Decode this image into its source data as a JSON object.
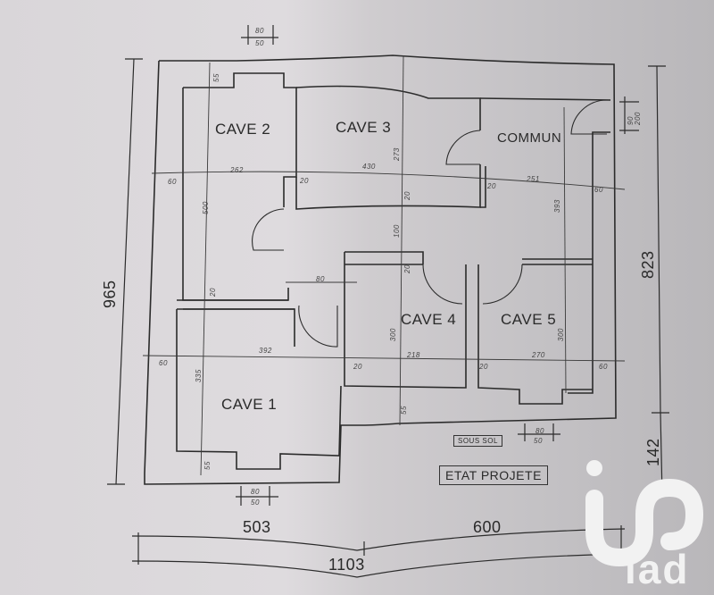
{
  "plan": {
    "title": "ETAT PROJETE",
    "level": "SOUS SOL",
    "rooms": [
      {
        "id": "cave1",
        "label": "CAVE 1"
      },
      {
        "id": "cave2",
        "label": "CAVE 2"
      },
      {
        "id": "cave3",
        "label": "CAVE 3"
      },
      {
        "id": "cave4",
        "label": "CAVE 4"
      },
      {
        "id": "cave5",
        "label": "CAVE 5"
      },
      {
        "id": "commun",
        "label": "COMMUN"
      }
    ],
    "overall_dimensions": {
      "left_height": "965",
      "right_height_upper": "823",
      "right_height_lower": "142",
      "bottom_left_width": "503",
      "bottom_right_width": "600",
      "bottom_total_width": "1103"
    },
    "window_dims": {
      "top": {
        "w": "80",
        "h": "50"
      },
      "bottom_left": {
        "w": "80",
        "h": "50"
      },
      "bottom_right": {
        "w": "80",
        "h": "50"
      },
      "door_right": {
        "w": "90",
        "h": "200"
      }
    },
    "inner_dims": {
      "row1": [
        "60",
        "262",
        "20",
        "430",
        "20",
        "251",
        "60"
      ],
      "row2": [
        "60",
        "392",
        "20",
        "218",
        "20",
        "270",
        "60"
      ],
      "verticals": [
        "55",
        "273",
        "20",
        "100",
        "20",
        "300",
        "55",
        "500",
        "20",
        "335",
        "55",
        "393",
        "300"
      ],
      "small_wall": "80"
    }
  },
  "watermark": {
    "brand": "iad"
  }
}
